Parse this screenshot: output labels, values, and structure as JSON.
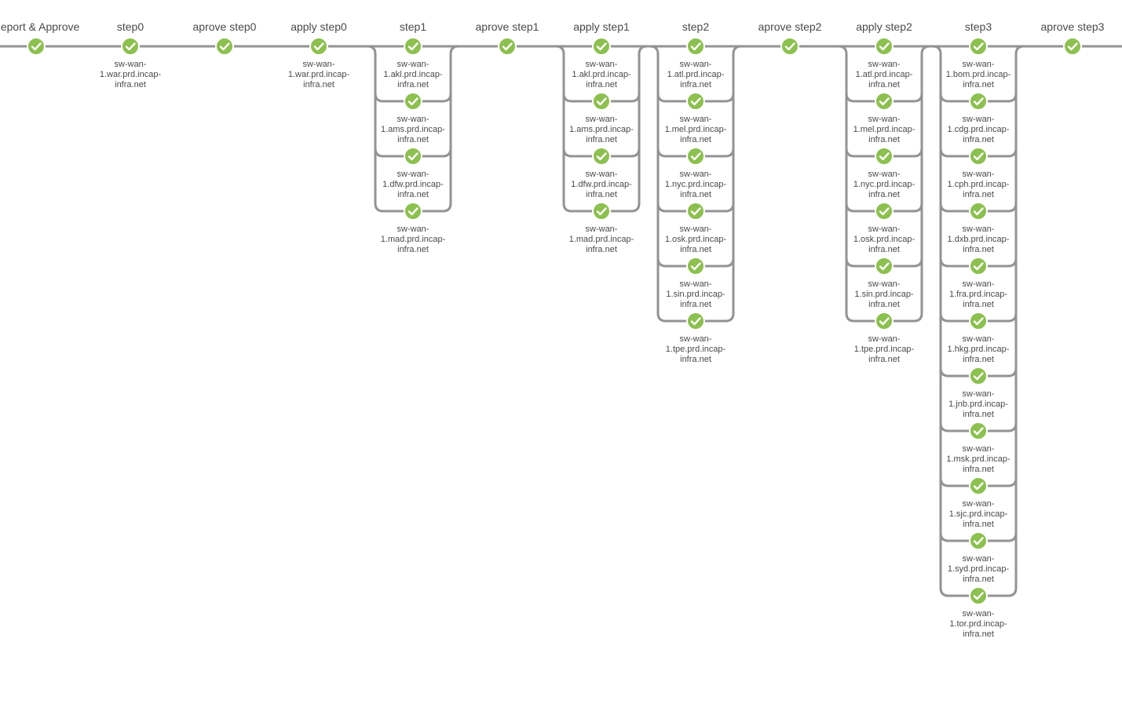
{
  "colors": {
    "success": "#8cc04f",
    "connector": "#949393",
    "text": "#4a4a4a"
  },
  "node_icon": "check-icon",
  "stages": [
    {
      "label": "Report & Approve",
      "status": "success",
      "branches": []
    },
    {
      "label": "step0",
      "status": "success",
      "branches": [
        "sw-wan-1.war.prd.incap-infra.net"
      ]
    },
    {
      "label": "aprove step0",
      "status": "success",
      "branches": []
    },
    {
      "label": "apply step0",
      "status": "success",
      "branches": [
        "sw-wan-1.war.prd.incap-infra.net"
      ]
    },
    {
      "label": "step1",
      "status": "success",
      "branches": [
        "sw-wan-1.akl.prd.incap-infra.net",
        "sw-wan-1.ams.prd.incap-infra.net",
        "sw-wan-1.dfw.prd.incap-infra.net",
        "sw-wan-1.mad.prd.incap-infra.net"
      ]
    },
    {
      "label": "aprove step1",
      "status": "success",
      "branches": []
    },
    {
      "label": "apply step1",
      "status": "success",
      "branches": [
        "sw-wan-1.akl.prd.incap-infra.net",
        "sw-wan-1.ams.prd.incap-infra.net",
        "sw-wan-1.dfw.prd.incap-infra.net",
        "sw-wan-1.mad.prd.incap-infra.net"
      ]
    },
    {
      "label": "step2",
      "status": "success",
      "branches": [
        "sw-wan-1.atl.prd.incap-infra.net",
        "sw-wan-1.mel.prd.incap-infra.net",
        "sw-wan-1.nyc.prd.incap-infra.net",
        "sw-wan-1.osk.prd.incap-infra.net",
        "sw-wan-1.sin.prd.incap-infra.net",
        "sw-wan-1.tpe.prd.incap-infra.net"
      ]
    },
    {
      "label": "aprove step2",
      "status": "success",
      "branches": []
    },
    {
      "label": "apply step2",
      "status": "success",
      "branches": [
        "sw-wan-1.atl.prd.incap-infra.net",
        "sw-wan-1.mel.prd.incap-infra.net",
        "sw-wan-1.nyc.prd.incap-infra.net",
        "sw-wan-1.osk.prd.incap-infra.net",
        "sw-wan-1.sin.prd.incap-infra.net",
        "sw-wan-1.tpe.prd.incap-infra.net"
      ]
    },
    {
      "label": "step3",
      "status": "success",
      "branches": [
        "sw-wan-1.bom.prd.incap-infra.net",
        "sw-wan-1.cdg.prd.incap-infra.net",
        "sw-wan-1.cph.prd.incap-infra.net",
        "sw-wan-1.dxb.prd.incap-infra.net",
        "sw-wan-1.fra.prd.incap-infra.net",
        "sw-wan-1.hkg.prd.incap-infra.net",
        "sw-wan-1.jnb.prd.incap-infra.net",
        "sw-wan-1.msk.prd.incap-infra.net",
        "sw-wan-1.sjc.prd.incap-infra.net",
        "sw-wan-1.syd.prd.incap-infra.net",
        "sw-wan-1.tor.prd.incap-infra.net"
      ]
    },
    {
      "label": "aprove step3",
      "status": "success",
      "branches": []
    }
  ]
}
